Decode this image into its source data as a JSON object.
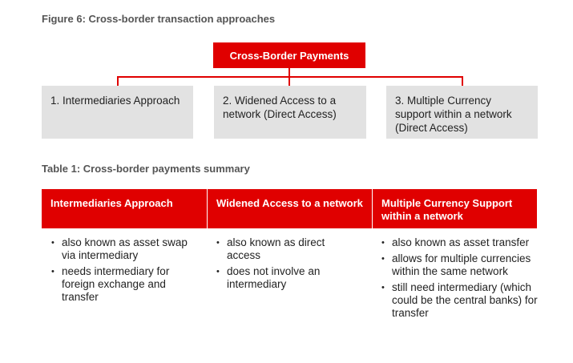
{
  "figure": {
    "title": "Figure 6: Cross-border transaction approaches",
    "root": "Cross-Border Payments",
    "children": [
      "1. Intermediaries Approach",
      "2. Widened Access to a network (Direct Access)",
      "3. Multiple Currency support within a network (Direct Access)"
    ]
  },
  "table": {
    "title": "Table 1: Cross-border payments summary",
    "headers": [
      "Intermediaries Approach",
      "Widened Access to a network",
      "Multiple Currency Support within a network"
    ],
    "columns": [
      [
        "also known as asset swap via intermediary",
        "needs intermediary for foreign exchange and transfer"
      ],
      [
        "also known as direct access",
        "does not involve an intermediary"
      ],
      [
        "also known as asset transfer",
        "allows for multiple currencies within the same network",
        "still need intermediary (which could be the central banks) for transfer"
      ]
    ]
  },
  "colors": {
    "accent": "#e00000",
    "box": "#e2e2e2"
  }
}
